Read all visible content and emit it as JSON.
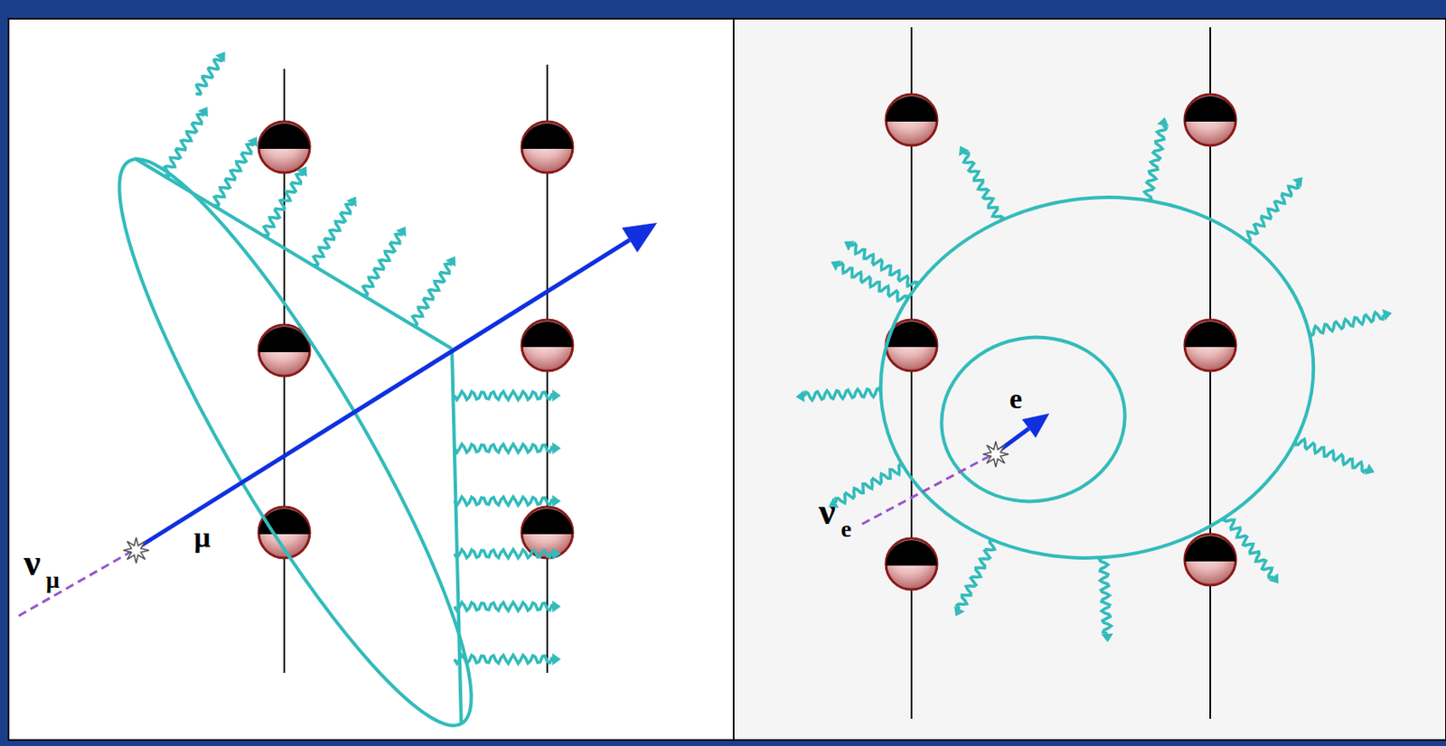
{
  "diagram": {
    "labels": [
      "ν",
      "μ",
      "μ",
      "ν",
      "e",
      "e"
    ]
  }
}
